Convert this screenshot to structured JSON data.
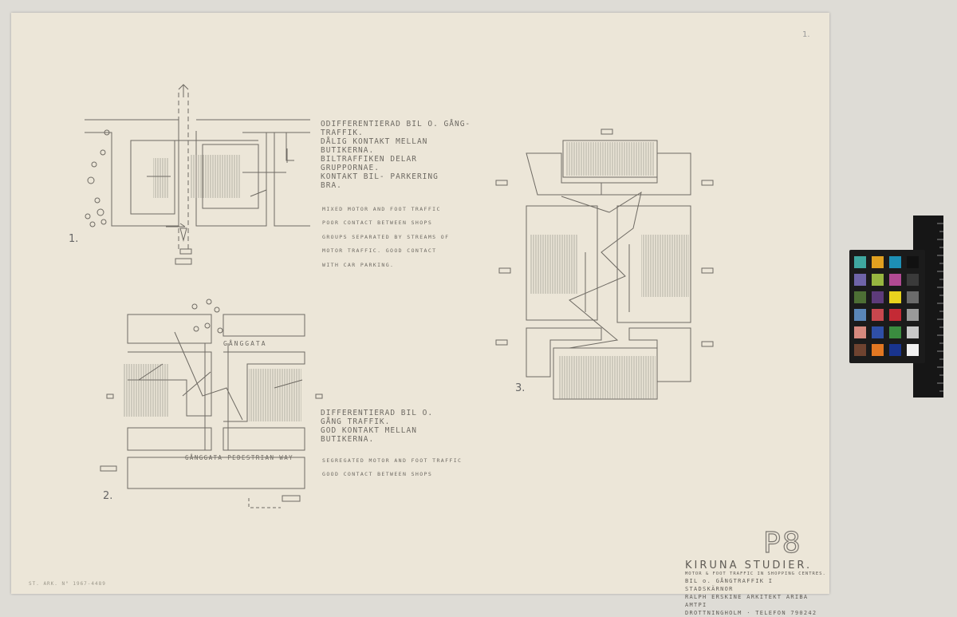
{
  "sheet": {
    "corner_mark": "1.",
    "catalog_note": "ST. ARK. N° 1967-4489"
  },
  "plan1": {
    "number": "1.",
    "swedish_notes": [
      "ODIFFERENTIERAD BIL o. GÅNG-",
      "TRAFFIK.",
      "DÅLIG KONTAKT MELLAN",
      "BUTIKERNA.",
      "BILTRAFFIKEN DELAR",
      "GRUPPORNAE.",
      "KONTAKT BIL- PARKERING",
      "BRA."
    ],
    "english_notes": [
      "MIXED MOTOR AND FOOT TRAFFIC",
      "POOR CONTACT BETWEEN SHOPS",
      "GROUPS SEPARATED BY STREAMS OF",
      "MOTOR TRAFFIC. GOOD CONTACT",
      "WITH CAR PARKING."
    ]
  },
  "plan2": {
    "number": "2.",
    "street_label_top": "GÅNGGATA",
    "street_label_bottom": "GÅNGGATA  PEDESTRIAN WAY",
    "swedish_notes": [
      "DIFFERENTIERAD BIL o.",
      "GÅNG TRAFFIK.",
      "GOD KONTAKT MELLAN",
      "BUTIKERNA."
    ],
    "english_notes": [
      "SEGREGATED MOTOR AND FOOT TRAFFIC",
      "GOOD CONTACT BETWEEN SHOPS"
    ]
  },
  "plan3": {
    "number": "3."
  },
  "stamp": "P8",
  "title_block": {
    "title": "KIRUNA  STUDIER.",
    "subtitle_en": "MOTOR & FOOT TRAFFIC IN SHOPPING CENTRES.",
    "subtitle_sv_1": "BIL o. GÅNGTRAFFIK I",
    "subtitle_sv_2": "STADSKÄRNOR",
    "office_1": "RALPH ERSKINE ARKITEKT ARIBA AMTPI",
    "office_2": "DROTTNINGHOLM · TELEFON 790242"
  },
  "color_checker": {
    "swatches": [
      "#3fa7a0",
      "#e0a020",
      "#1d8fb5",
      "#111111",
      "#6f64a8",
      "#97b640",
      "#b14a93",
      "#3a3a3a",
      "#4d6f35",
      "#5d3b7a",
      "#e8d21e",
      "#6b6b6b",
      "#5a86b8",
      "#c8474e",
      "#c42a35",
      "#9a9a9a",
      "#d6897e",
      "#2f4fa6",
      "#3a8c3f",
      "#c9c9c9",
      "#6f4330",
      "#e27722",
      "#19348e",
      "#f2f2f2"
    ]
  }
}
